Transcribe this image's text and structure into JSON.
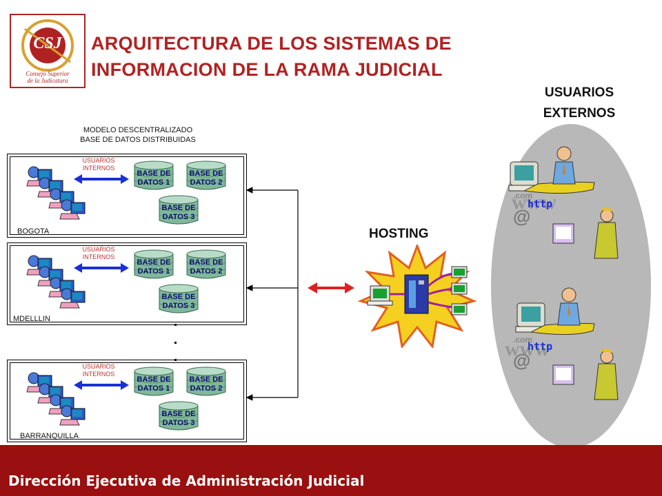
{
  "header": {
    "title_line1": "ARQUITECTURA DE LOS SISTEMAS DE",
    "title_line2": "INFORMACION DE LA RAMA JUDICIAL",
    "logo_text": "CSJ",
    "logo_caption_1": "Consejo Superior",
    "logo_caption_2": "de la Judicatura"
  },
  "model": {
    "line1": "MODELO DESCENTRALIZADO",
    "line2": "BASE DE DATOS DISTRIBUIDAS"
  },
  "sites": [
    {
      "name": "BOGOTA",
      "users_line1": "USUARIOS",
      "users_line2": "INTERNOS",
      "db1_a": "BASE DE",
      "db1_b": "DATOS 1",
      "db2_a": "BASE DE",
      "db2_b": "DATOS 2",
      "db3_a": "BASE DE",
      "db3_b": "DATOS 3"
    },
    {
      "name": "MDELLLIN",
      "users_line1": "USUARIOS",
      "users_line2": "INTERNOS",
      "db1_a": "BASE DE",
      "db1_b": "DATOS 1",
      "db2_a": "BASE DE",
      "db2_b": "DATOS 2",
      "db3_a": "BASE DE",
      "db3_b": "DATOS 3"
    },
    {
      "name": "BARRANQUILLA",
      "users_line1": "USUARIOS",
      "users_line2": "INTERNOS",
      "db1_a": "BASE DE",
      "db1_b": "DATOS 1",
      "db2_a": "BASE DE",
      "db2_b": "DATOS 2",
      "db3_a": "BASE DE",
      "db3_b": "DATOS 3"
    }
  ],
  "hosting": {
    "label": "HOSTING"
  },
  "external": {
    "title_line1": "USUARIOS",
    "title_line2": "EXTERNOS",
    "http_1": "http",
    "http_2": "http",
    "com_1": ".com",
    "com_2": ".com",
    "at_1": "@",
    "at_2": "@",
    "www_1": "www",
    "www_2": "www"
  },
  "footer": {
    "text": "Dirección Ejecutiva de Administración Judicial"
  },
  "colors": {
    "title": "#b02222",
    "footer": "#9a0f0f",
    "arrow_internal": "#1a2fd6",
    "arrow_hosting": "#e02020",
    "oval": "#b8b8b8"
  }
}
